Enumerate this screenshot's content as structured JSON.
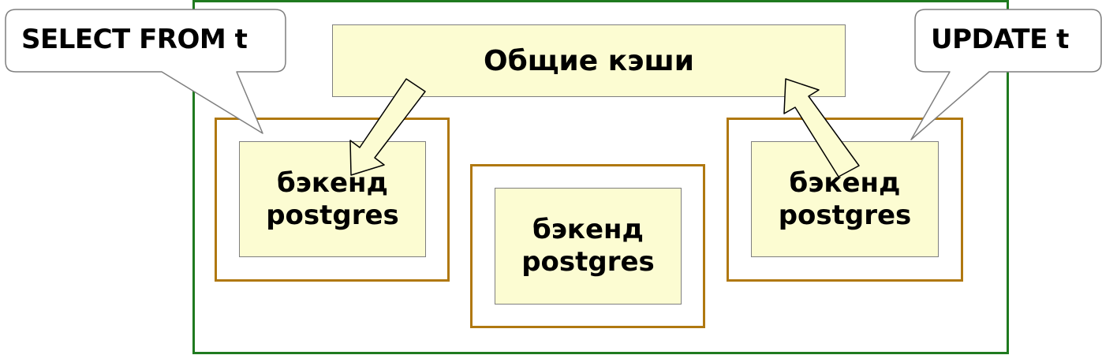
{
  "diagram": {
    "shared_cache_label": "Общие кэши",
    "callouts": {
      "left": "SELECT FROM t",
      "right": "UPDATE t"
    },
    "backends": [
      {
        "line1": "бэкенд",
        "line2": "postgres"
      },
      {
        "line1": "бэкенд",
        "line2": "postgres"
      },
      {
        "line1": "бэкенд",
        "line2": "postgres"
      }
    ],
    "colors": {
      "server_border": "#1f7a1f",
      "process_border": "#b07810",
      "box_fill": "#fcfcd2",
      "outline": "#7f7f7f"
    }
  }
}
